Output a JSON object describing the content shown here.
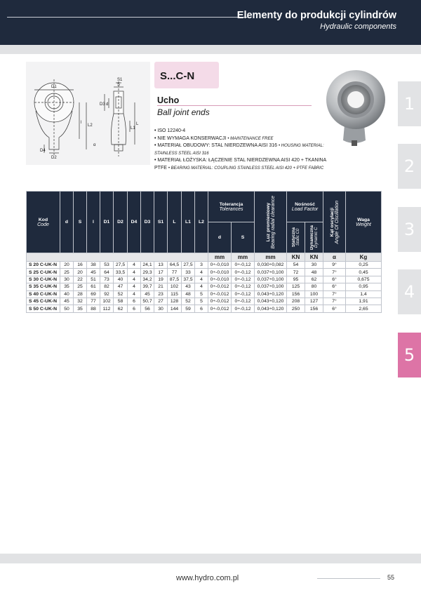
{
  "header": {
    "title": "Elementy do produkcji cylindrów",
    "subtitle": "Hydraulic components"
  },
  "product": {
    "code": "S...C-N",
    "name_pl": "Ucho",
    "name_en": "Ball joint ends",
    "features": [
      {
        "pl": "ISO 12240-4",
        "en": ""
      },
      {
        "pl": "NIE WYMAGA KONSERWACJI",
        "en": "MAINTENANCE FREE"
      },
      {
        "pl": "MATERIAŁ OBUDOWY: STAL NIERDZEWNA  AISI 316",
        "en": "HOUSING MATERIAL:"
      },
      {
        "pl": "",
        "en": "STAINLESS STEEL AISI 316"
      },
      {
        "pl": "MATERIAŁ ŁOŻYSKA:  ŁĄCZENIE STAL NIERDZEWNA  AISI 420 + TKANINA",
        "en": ""
      },
      {
        "pl": "PTFE",
        "en": "BEARING MATERIAL:  COUPLING STAINLESS STEEL AISI 420 + PTFE FABRIC"
      }
    ]
  },
  "drawing_labels": {
    "D1": "D1",
    "S": "S",
    "S1": "S1",
    "d": "d",
    "D3": "D3",
    "L": "L",
    "L1": "L1",
    "L2": "L2",
    "alpha": "α",
    "D4": "D4",
    "D2": "D2",
    "l": "l"
  },
  "tabs": [
    {
      "label": "1",
      "color": "#e2e3e5"
    },
    {
      "label": "2",
      "color": "#e2e3e5"
    },
    {
      "label": "3",
      "color": "#e2e3e5"
    },
    {
      "label": "4",
      "color": "#e2e3e5"
    },
    {
      "label": "5",
      "color": "#dd74a6"
    }
  ],
  "table": {
    "headers": {
      "kod": "Kod",
      "kod_en": "Code",
      "d": "d",
      "S": "S",
      "l": "l",
      "D1": "D1",
      "D2": "D2",
      "D4": "D4",
      "D3": "D3",
      "S1": "S1",
      "L": "L",
      "L1": "L1",
      "L2": "L2",
      "tolerancja": "Tolerancja",
      "tolerancja_en": "Tolerances",
      "tol_d": "d",
      "tol_S": "S",
      "luz": "Luz promieniowy",
      "luz_en": "Bearing radial clearance",
      "nosnosc": "Nośność",
      "nosnosc_en": "Load Factor",
      "statyczna": "Statyczna",
      "statyczna_en": "Static C0",
      "dynamiczna": "Dynamiczna",
      "dynamiczna_en": "Dynamic C",
      "kat": "Kąt oscylacji",
      "kat_en": "Angle Of Oscillation",
      "waga": "Waga",
      "waga_en": "Weight"
    },
    "units": [
      "mm",
      "mm",
      "mm",
      "KN",
      "KN",
      "α",
      "Kg"
    ],
    "rows": [
      [
        "S 20 C-UK-N",
        "20",
        "16",
        "38",
        "53",
        "27,5",
        "4",
        "24,1",
        "13",
        "64,5",
        "27,5",
        "3",
        "0÷-0,010",
        "0÷-0,12",
        "0,030÷0,082",
        "54",
        "30",
        "9°",
        "0,25"
      ],
      [
        "S 25 C-UK-N",
        "25",
        "20",
        "45",
        "64",
        "33,5",
        "4",
        "29,3",
        "17",
        "77",
        "33",
        "4",
        "0÷-0,010",
        "0÷-0,12",
        "0,037÷0,100",
        "72",
        "48",
        "7°",
        "0,45"
      ],
      [
        "S 30 C-UK-N",
        "30",
        "22",
        "51",
        "73",
        "40",
        "4",
        "34,2",
        "19",
        "87,5",
        "37,5",
        "4",
        "0÷-0,010",
        "0÷-0,12",
        "0,037÷0,100",
        "95",
        "62",
        "6°",
        "0,675"
      ],
      [
        "S 35 C-UK-N",
        "35",
        "25",
        "61",
        "82",
        "47",
        "4",
        "39,7",
        "21",
        "102",
        "43",
        "4",
        "0÷-0,012",
        "0÷-0,12",
        "0,037÷0,100",
        "125",
        "80",
        "6°",
        "0,95"
      ],
      [
        "S 40 C-UK-N",
        "40",
        "28",
        "69",
        "92",
        "52",
        "4",
        "45",
        "23",
        "115",
        "48",
        "5",
        "0÷-0,012",
        "0÷-0,12",
        "0,043÷0,120",
        "156",
        "100",
        "7°",
        "1,4"
      ],
      [
        "S 45 C-UK-N",
        "45",
        "32",
        "77",
        "102",
        "58",
        "6",
        "50,7",
        "27",
        "128",
        "52",
        "5",
        "0÷-0,012",
        "0÷-0,12",
        "0,043÷0,120",
        "208",
        "127",
        "7°",
        "1,91"
      ],
      [
        "S 50 C-UK-N",
        "50",
        "35",
        "88",
        "112",
        "62",
        "6",
        "56",
        "30",
        "144",
        "59",
        "6",
        "0÷-0,012",
        "0÷-0,12",
        "0,043÷0,120",
        "250",
        "156",
        "6°",
        "2,65"
      ]
    ]
  },
  "footer": {
    "url": "www.hydro.com.pl",
    "page": "55"
  }
}
